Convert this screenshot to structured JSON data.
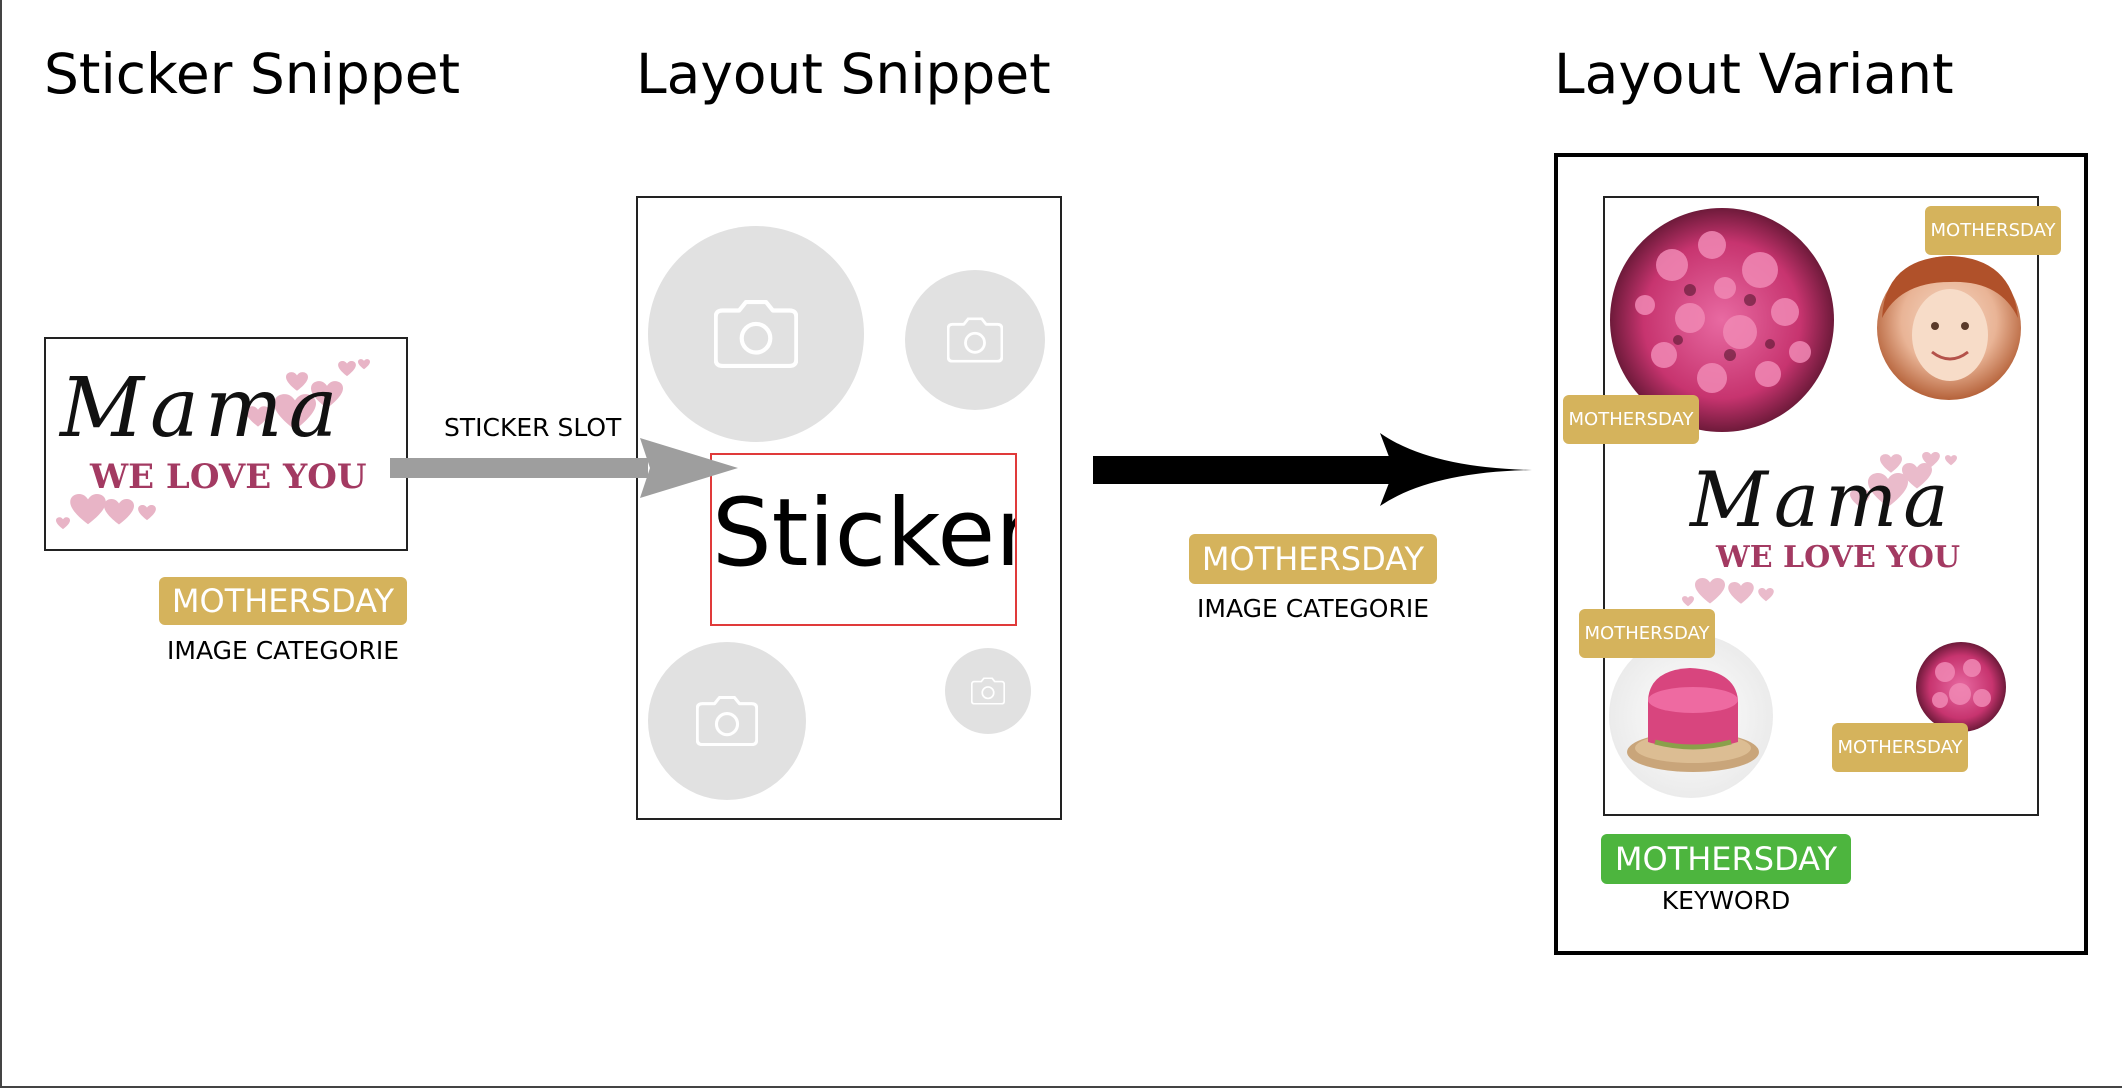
{
  "titles": {
    "sticker_snippet": "Sticker Snippet",
    "layout_snippet": "Layout Snippet",
    "layout_variant": "Layout Variant"
  },
  "sticker": {
    "script_text": "Mama",
    "headline": "WE LOVE YOU",
    "tag": "MOTHERSDAY",
    "caption": "IMAGE CATEGORIE"
  },
  "slot_label": "STICKER SLOT",
  "layout": {
    "sticker_placeholder": "Sticker"
  },
  "transform": {
    "tag": "MOTHERSDAY",
    "caption": "IMAGE CATEGORIE"
  },
  "variant": {
    "photo_tags": [
      "MOTHERSDAY",
      "MOTHERSDAY",
      "MOTHERSDAY",
      "MOTHERSDAY"
    ],
    "keyword_tag": "MOTHERSDAY",
    "keyword_caption": "KEYWORD"
  },
  "colors": {
    "category_tag": "#d5b35c",
    "keyword_tag": "#4db53e",
    "headline": "#a33a62",
    "hearts": "#e8b4c6",
    "placeholder": "#e1e1e1",
    "slot_border": "#e03a3a"
  }
}
